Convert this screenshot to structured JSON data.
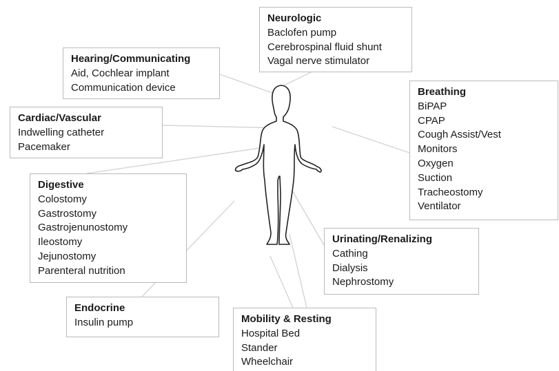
{
  "colors": {
    "box_border": "#b9b9b9",
    "connector_line": "#d4d4d4",
    "figure_outline": "#222222",
    "text": "#1a1a1a"
  },
  "categories": {
    "neurologic": {
      "title": "Neurologic",
      "items": [
        "Baclofen pump",
        "Cerebrospinal fluid shunt",
        "Vagal nerve stimulator"
      ]
    },
    "hearing": {
      "title": "Hearing/Communicating",
      "items": [
        "Aid, Cochlear implant",
        "Communication device"
      ]
    },
    "cardiac": {
      "title": "Cardiac/Vascular",
      "items": [
        "Indwelling catheter",
        "Pacemaker"
      ]
    },
    "breathing": {
      "title": "Breathing",
      "items": [
        "BiPAP",
        "CPAP",
        "Cough Assist/Vest",
        "Monitors",
        "Oxygen",
        "Suction",
        "Tracheostomy",
        "Ventilator"
      ]
    },
    "digestive": {
      "title": "Digestive",
      "items": [
        "Colostomy",
        "Gastrostomy",
        "Gastrojenunostomy",
        "Ileostomy",
        "Jejunostomy",
        "Parenteral nutrition"
      ]
    },
    "urinating": {
      "title": "Urinating/Renalizing",
      "items": [
        "Cathing",
        "Dialysis",
        "Nephrostomy"
      ]
    },
    "endocrine": {
      "title": "Endocrine",
      "items": [
        "Insulin pump"
      ]
    },
    "mobility": {
      "title": "Mobility & Resting",
      "items": [
        "Hospital Bed",
        "Stander",
        "Wheelchair"
      ]
    }
  }
}
